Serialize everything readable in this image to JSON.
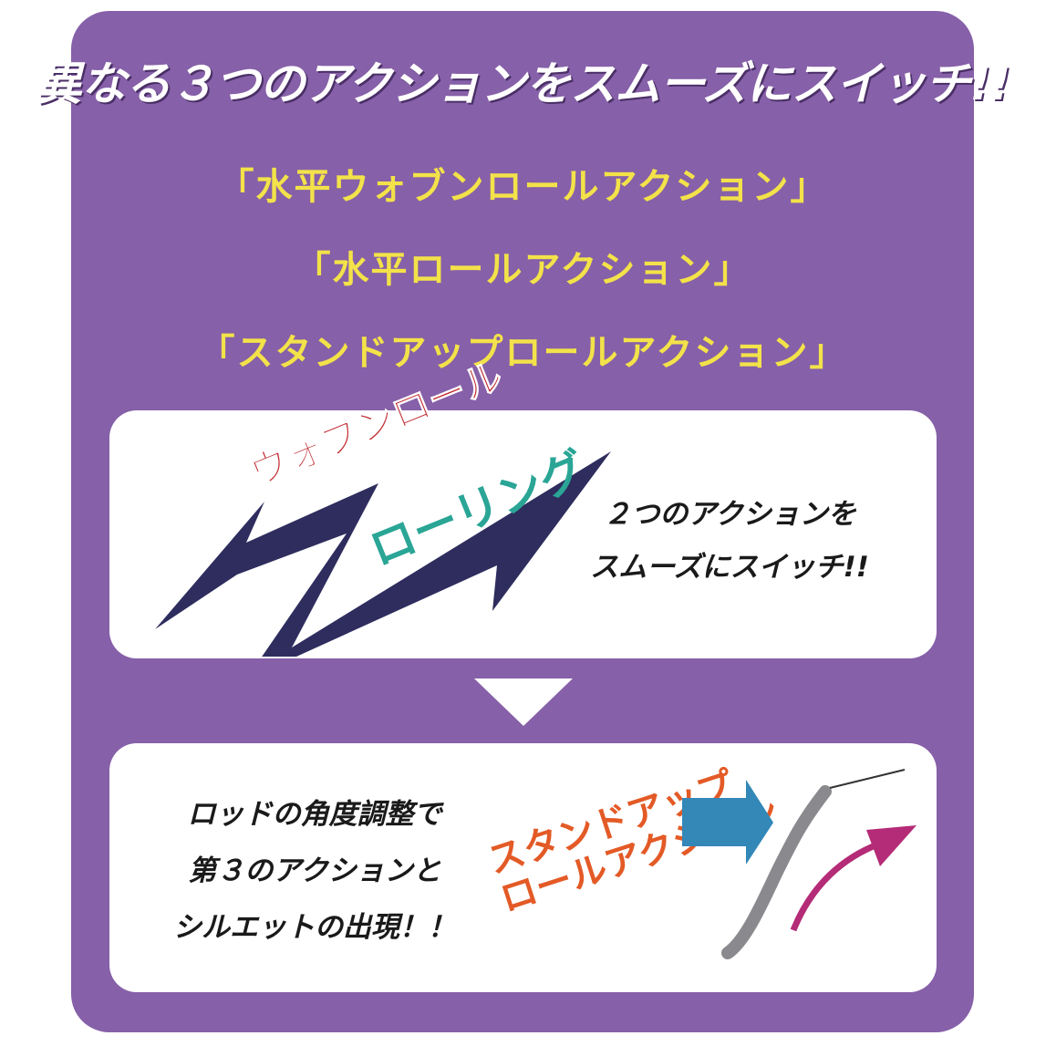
{
  "headline": "異なる３つのアクションをスムーズにスイッチ!!",
  "actions": [
    "「水平ウォブンロールアクション」",
    "「水平ロールアクション」",
    "「スタンドアップロールアクション」"
  ],
  "panel1": {
    "logo_top": "ウォブンロール",
    "logo_bottom": "ローリング",
    "caption_line1": "２つのアクションを",
    "caption_line2": "スムーズにスイッチ!!"
  },
  "panel2": {
    "caption_line1": "ロッドの角度調整で",
    "caption_line2": "第３のアクションと",
    "caption_line3": "シルエットの出現！！",
    "tag_line1": "スタンドアップ",
    "tag_line2": "ロールアクション"
  },
  "colors": {
    "background": "#8660a8",
    "yellow": "#f3e249",
    "red": "#c0282f",
    "teal": "#2aa596",
    "navy": "#2e2d5e",
    "orange": "#e35a26",
    "blue": "#3388b8",
    "magenta": "#b42b77"
  }
}
